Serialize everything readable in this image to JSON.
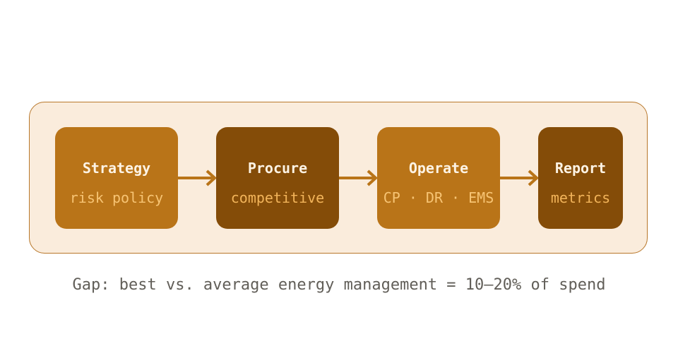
{
  "diagram": {
    "stages": [
      {
        "title": "Strategy",
        "subtitle": "risk policy"
      },
      {
        "title": "Procure",
        "subtitle": "competitive"
      },
      {
        "title": "Operate",
        "subtitle": "CP · DR · EMS"
      },
      {
        "title": "Report",
        "subtitle": "metrics"
      }
    ],
    "caption": "Gap: best vs. average energy management = 10–20% of spend"
  },
  "colors": {
    "panel_fill": "#faecdc",
    "panel_border": "#b8772a",
    "stage_light": "#b97418",
    "stage_dark": "#844c08",
    "subtitle_on_light": "#f7c474",
    "subtitle_on_dark": "#f2b45a",
    "arrow": "#b97418",
    "caption": "#615e58"
  }
}
